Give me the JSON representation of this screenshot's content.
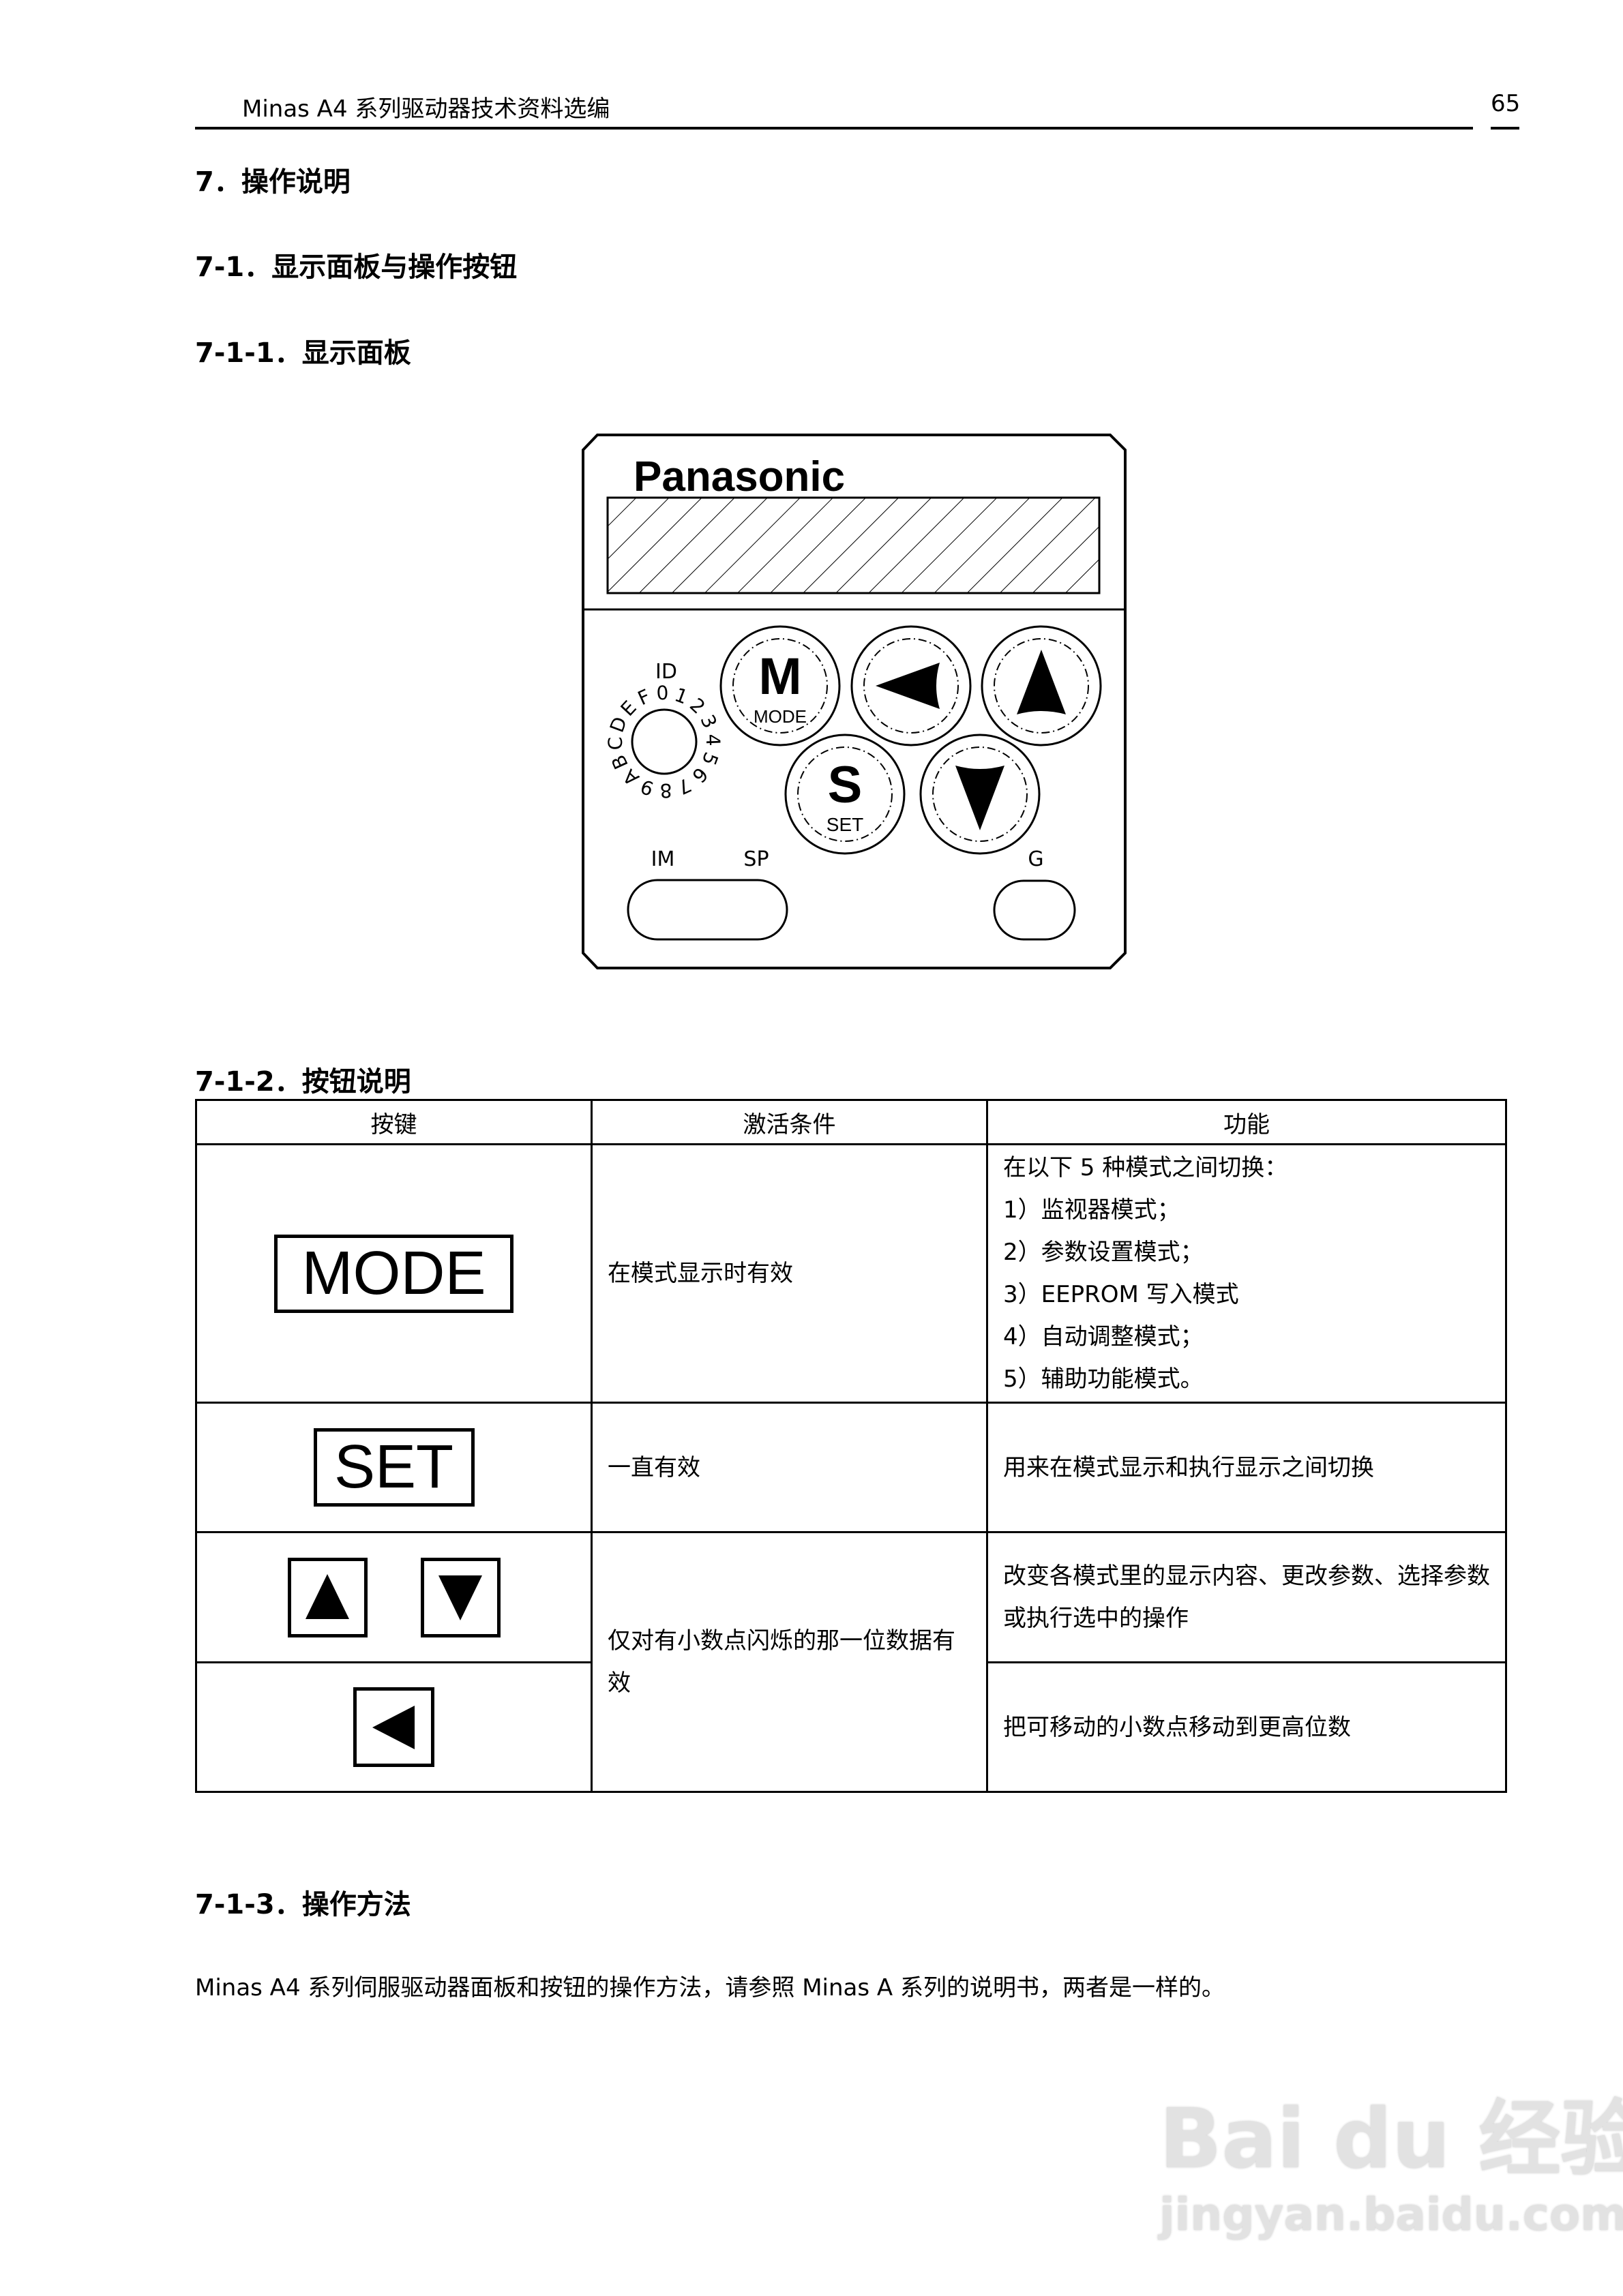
{
  "header": {
    "title": "Minas A4 系列驱动器技术资料选编",
    "page_number": "65"
  },
  "headings": {
    "h7": "7．操作说明",
    "h7_1": "7-1．显示面板与操作按钮",
    "h7_1_1": "7-1-1．显示面板",
    "h7_1_2": "7-1-2．按钮说明",
    "h7_1_3": "7-1-3．操作方法"
  },
  "panel": {
    "brand": "Panasonic",
    "id_label": "ID",
    "dial_labels": [
      "0",
      "1",
      "2",
      "3",
      "4",
      "5",
      "6",
      "7",
      "8",
      "9",
      "A",
      "B",
      "C",
      "D",
      "E",
      "F"
    ],
    "mode_letter": "M",
    "mode_label": "MODE",
    "set_letter": "S",
    "set_label": "SET",
    "im_label": "IM",
    "sp_label": "SP",
    "g_label": "G"
  },
  "table": {
    "headers": [
      "按键",
      "激活条件",
      "功能"
    ],
    "rows": [
      {
        "key": "MODE",
        "condition": "在模式显示时有效",
        "function_lines": [
          "在以下 5 种模式之间切换：",
          "1）监视器模式；",
          "2）参数设置模式；",
          "3）EEPROM 写入模式",
          "4）自动调整模式；",
          "5）辅助功能模式。"
        ]
      },
      {
        "key": "SET",
        "condition": "一直有效",
        "function": "用来在模式显示和执行显示之间切换"
      },
      {
        "key_icons": [
          "up-arrow-icon",
          "down-arrow-icon"
        ],
        "condition": "仅对有小数点闪烁的那一位数据有效",
        "function": "改变各模式里的显示内容、更改参数、选择参数或执行选中的操作"
      },
      {
        "key_icons": [
          "left-arrow-icon"
        ],
        "function": "把可移动的小数点移动到更高位数"
      }
    ]
  },
  "paragraph": "Minas A4 系列伺服驱动器面板和按钮的操作方法，请参照 Minas A 系列的说明书，两者是一样的。",
  "watermark": {
    "logo": "Bai du 经验",
    "url": "jingyan.baidu.com"
  }
}
